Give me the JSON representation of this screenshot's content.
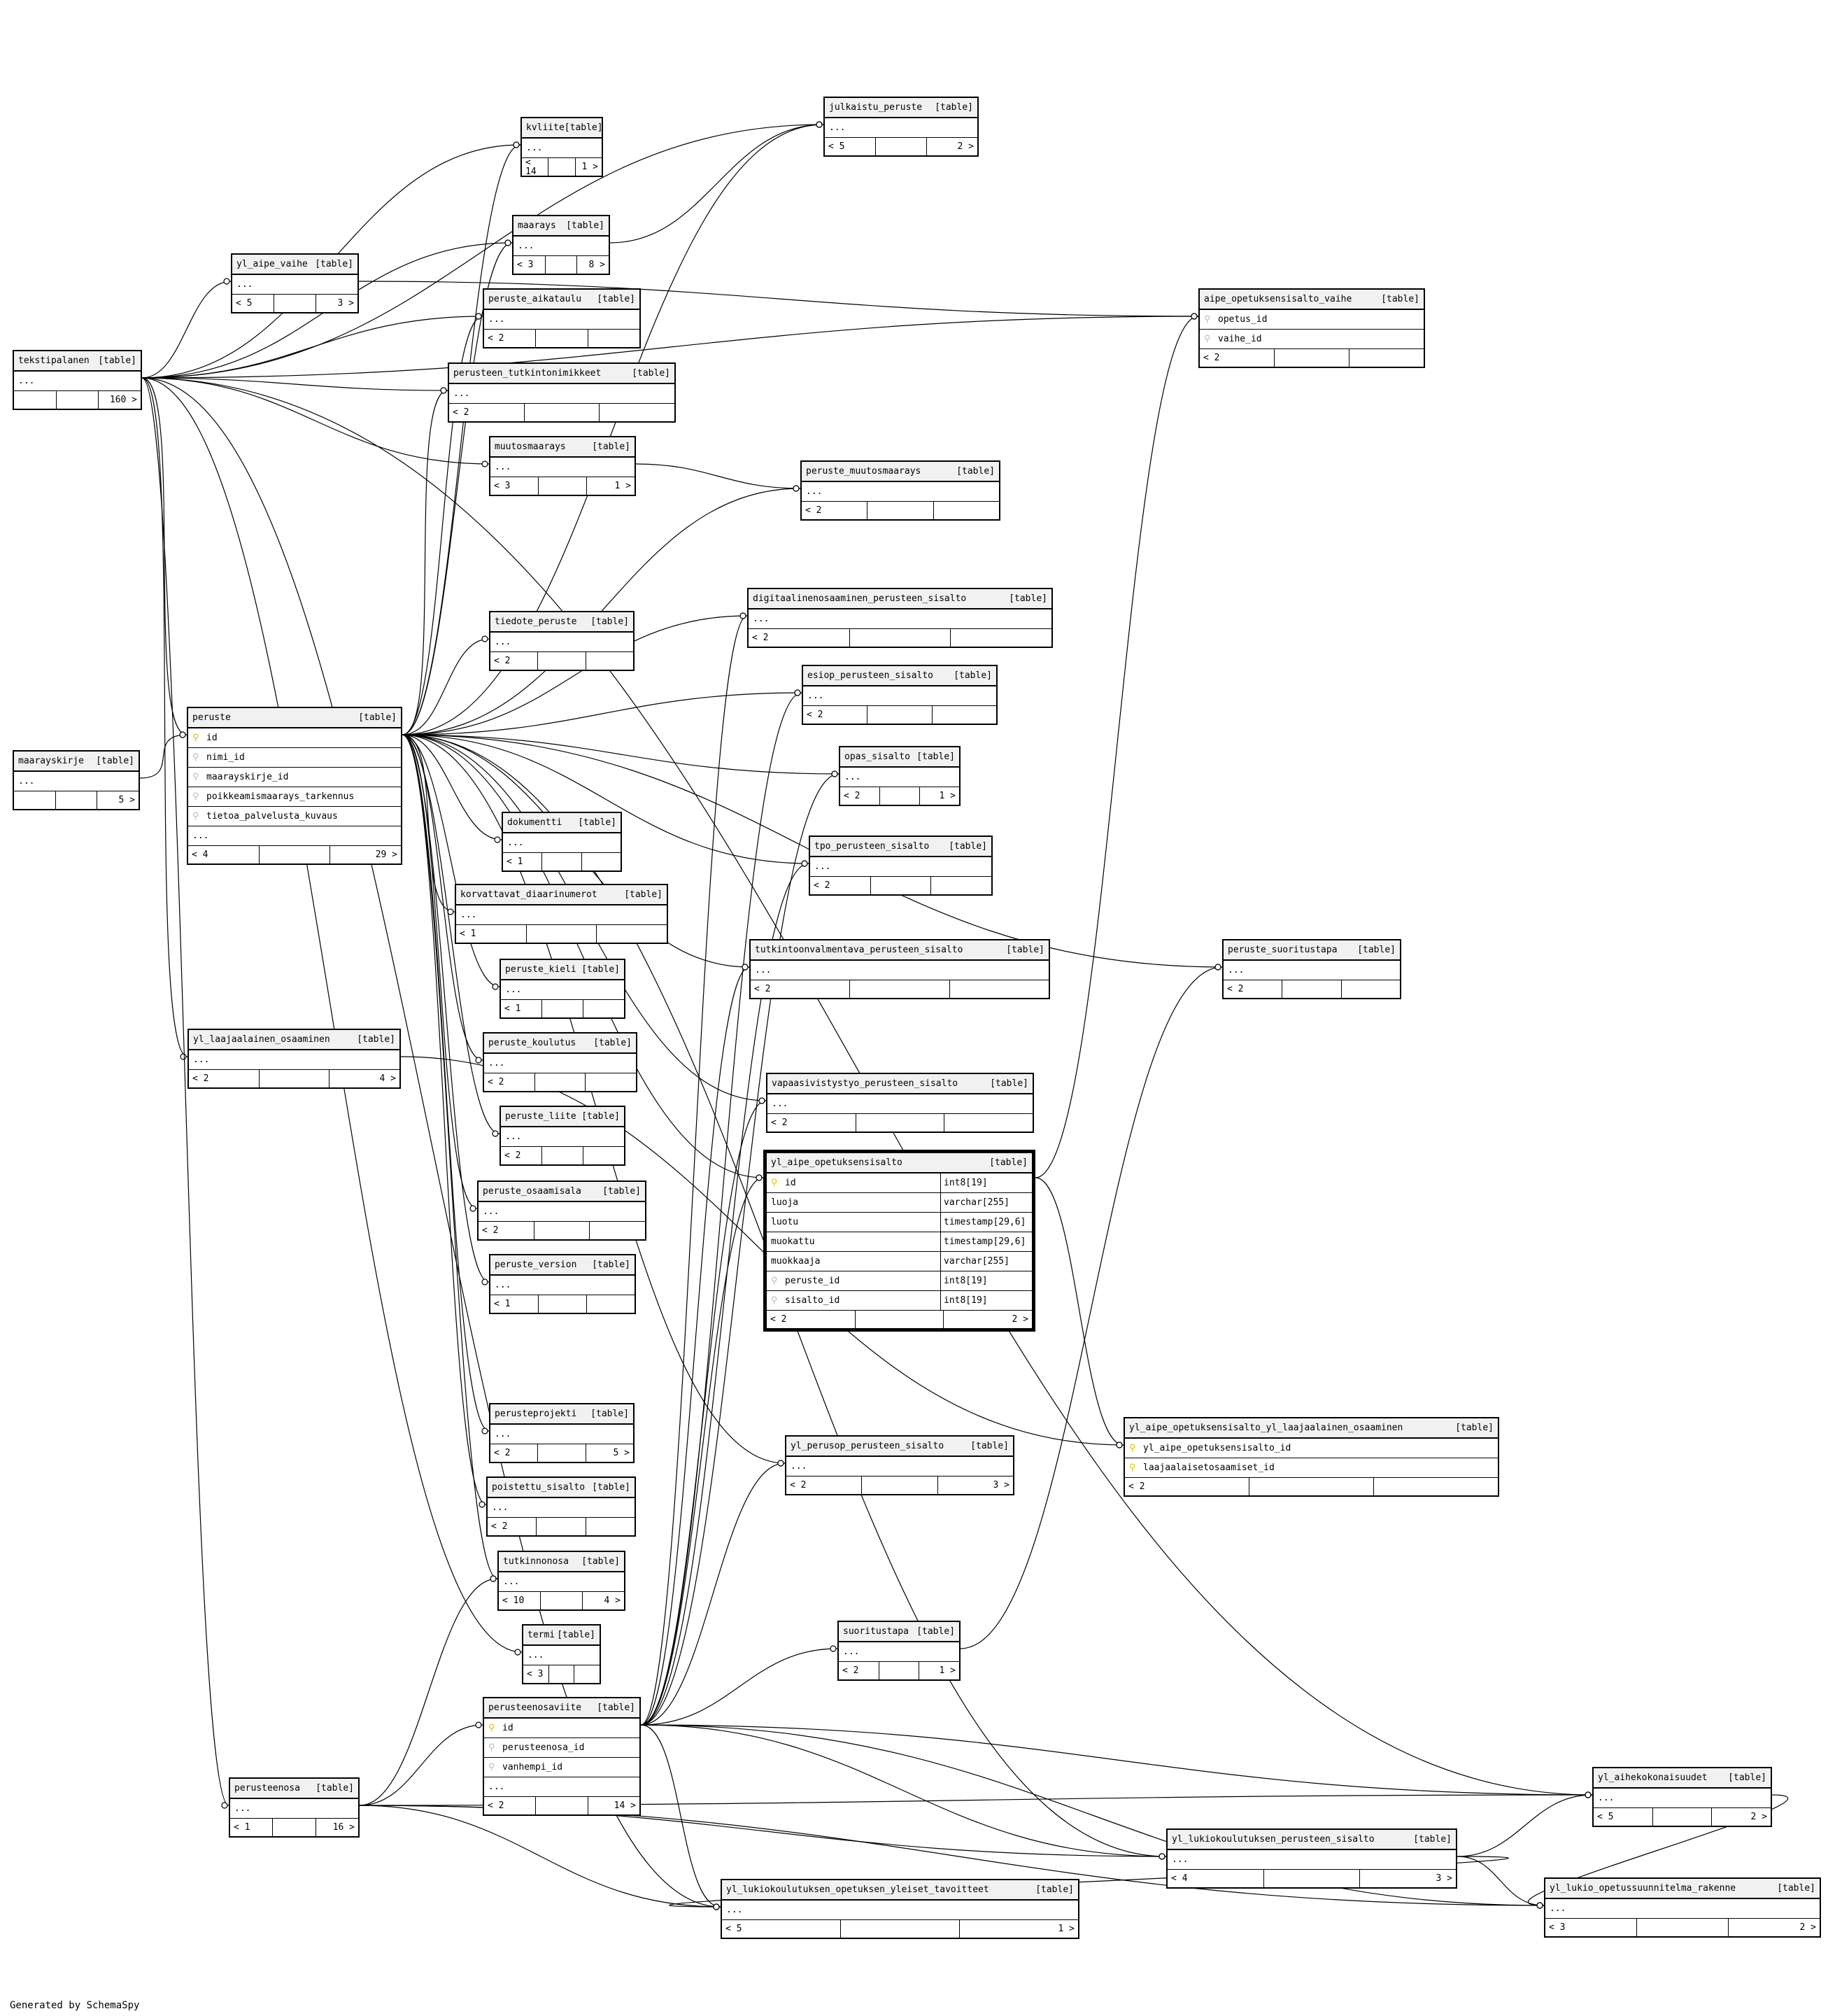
{
  "tables": [
    {
      "id": "julkaistu_peruste",
      "name": "julkaistu_peruste",
      "tag": "[table]",
      "rows": [
        {
          "name": "..."
        }
      ],
      "footer": [
        "< 5",
        "",
        "2 >"
      ]
    },
    {
      "id": "kvliite",
      "name": "kvliite",
      "tag": "[table]",
      "rows": [
        {
          "name": "..."
        }
      ],
      "footer": [
        "< 14",
        "",
        "1 >"
      ]
    },
    {
      "id": "maarays",
      "name": "maarays",
      "tag": "[table]",
      "rows": [
        {
          "name": "..."
        }
      ],
      "footer": [
        "< 3",
        "",
        "8 >"
      ]
    },
    {
      "id": "yl_aipe_vaihe",
      "name": "yl_aipe_vaihe",
      "tag": "[table]",
      "rows": [
        {
          "name": "..."
        }
      ],
      "footer": [
        "< 5",
        "",
        "3 >"
      ]
    },
    {
      "id": "peruste_aikataulu",
      "name": "peruste_aikataulu",
      "tag": "[table]",
      "rows": [
        {
          "name": "..."
        }
      ],
      "footer": [
        "< 2",
        "",
        ""
      ]
    },
    {
      "id": "aipe_opetuksensisalto_vaihe",
      "name": "aipe_opetuksensisalto_vaihe",
      "tag": "[table]",
      "rows": [
        {
          "name": "opetus_id",
          "key": "fk"
        },
        {
          "name": "vaihe_id",
          "key": "fk"
        }
      ],
      "footer": [
        "< 2",
        "",
        ""
      ]
    },
    {
      "id": "tekstipalanen",
      "name": "tekstipalanen",
      "tag": "[table]",
      "rows": [
        {
          "name": "..."
        }
      ],
      "footer": [
        "",
        "",
        "160 >"
      ]
    },
    {
      "id": "perusteen_tutkintonimikkeet",
      "name": "perusteen_tutkintonimikkeet",
      "tag": "[table]",
      "rows": [
        {
          "name": "..."
        }
      ],
      "footer": [
        "< 2",
        "",
        ""
      ]
    },
    {
      "id": "muutosmaarays",
      "name": "muutosmaarays",
      "tag": "[table]",
      "rows": [
        {
          "name": "..."
        }
      ],
      "footer": [
        "< 3",
        "",
        "1 >"
      ]
    },
    {
      "id": "peruste_muutosmaarays",
      "name": "peruste_muutosmaarays",
      "tag": "[table]",
      "rows": [
        {
          "name": "..."
        }
      ],
      "footer": [
        "< 2",
        "",
        ""
      ]
    },
    {
      "id": "digitaalinenosaaminen_perusteen_sisalto",
      "name": "digitaalinenosaaminen_perusteen_sisalto",
      "tag": "[table]",
      "rows": [
        {
          "name": "..."
        }
      ],
      "footer": [
        "< 2",
        "",
        ""
      ]
    },
    {
      "id": "tiedote_peruste",
      "name": "tiedote_peruste",
      "tag": "[table]",
      "rows": [
        {
          "name": "..."
        }
      ],
      "footer": [
        "< 2",
        "",
        ""
      ]
    },
    {
      "id": "esiop_perusteen_sisalto",
      "name": "esiop_perusteen_sisalto",
      "tag": "[table]",
      "rows": [
        {
          "name": "..."
        }
      ],
      "footer": [
        "< 2",
        "",
        ""
      ]
    },
    {
      "id": "peruste",
      "name": "peruste",
      "tag": "[table]",
      "rows": [
        {
          "name": "id",
          "key": "pk"
        },
        {
          "name": "nimi_id",
          "key": "fk"
        },
        {
          "name": "maarayskirje_id",
          "key": "fk"
        },
        {
          "name": "poikkeamismaarays_tarkennus",
          "key": "fk"
        },
        {
          "name": "tietoa_palvelusta_kuvaus",
          "key": "fk"
        },
        {
          "name": "..."
        }
      ],
      "footer": [
        "< 4",
        "",
        "29 >"
      ]
    },
    {
      "id": "maarayskirje",
      "name": "maarayskirje",
      "tag": "[table]",
      "rows": [
        {
          "name": "..."
        }
      ],
      "footer": [
        "",
        "",
        "5 >"
      ]
    },
    {
      "id": "opas_sisalto",
      "name": "opas_sisalto",
      "tag": "[table]",
      "rows": [
        {
          "name": "..."
        }
      ],
      "footer": [
        "< 2",
        "",
        "1 >"
      ]
    },
    {
      "id": "dokumentti",
      "name": "dokumentti",
      "tag": "[table]",
      "rows": [
        {
          "name": "..."
        }
      ],
      "footer": [
        "< 1",
        "",
        ""
      ]
    },
    {
      "id": "tpo_perusteen_sisalto",
      "name": "tpo_perusteen_sisalto",
      "tag": "[table]",
      "rows": [
        {
          "name": "..."
        }
      ],
      "footer": [
        "< 2",
        "",
        ""
      ]
    },
    {
      "id": "korvattavat_diaarinumerot",
      "name": "korvattavat_diaarinumerot",
      "tag": "[table]",
      "rows": [
        {
          "name": "..."
        }
      ],
      "footer": [
        "< 1",
        "",
        ""
      ]
    },
    {
      "id": "tutkintoonvalmentava_perusteen_sisalto",
      "name": "tutkintoonvalmentava_perusteen_sisalto",
      "tag": "[table]",
      "rows": [
        {
          "name": "..."
        }
      ],
      "footer": [
        "< 2",
        "",
        ""
      ]
    },
    {
      "id": "peruste_suoritustapa",
      "name": "peruste_suoritustapa",
      "tag": "[table]",
      "rows": [
        {
          "name": "..."
        }
      ],
      "footer": [
        "< 2",
        "",
        ""
      ]
    },
    {
      "id": "peruste_kieli",
      "name": "peruste_kieli",
      "tag": "[table]",
      "rows": [
        {
          "name": "..."
        }
      ],
      "footer": [
        "< 1",
        "",
        ""
      ]
    },
    {
      "id": "yl_laajaalainen_osaaminen",
      "name": "yl_laajaalainen_osaaminen",
      "tag": "[table]",
      "rows": [
        {
          "name": "..."
        }
      ],
      "footer": [
        "< 2",
        "",
        "4 >"
      ]
    },
    {
      "id": "peruste_koulutus",
      "name": "peruste_koulutus",
      "tag": "[table]",
      "rows": [
        {
          "name": "..."
        }
      ],
      "footer": [
        "< 2",
        "",
        ""
      ]
    },
    {
      "id": "vapaasivistystyo_perusteen_sisalto",
      "name": "vapaasivistystyo_perusteen_sisalto",
      "tag": "[table]",
      "rows": [
        {
          "name": "..."
        }
      ],
      "footer": [
        "< 2",
        "",
        ""
      ]
    },
    {
      "id": "peruste_liite",
      "name": "peruste_liite",
      "tag": "[table]",
      "rows": [
        {
          "name": "..."
        }
      ],
      "footer": [
        "< 2",
        "",
        ""
      ]
    },
    {
      "id": "yl_aipe_opetuksensisalto",
      "name": "yl_aipe_opetuksensisalto",
      "tag": "[table]",
      "focus": true,
      "rows": [
        {
          "name": "id",
          "key": "pk",
          "type": "int8[19]"
        },
        {
          "name": "luoja",
          "type": "varchar[255]"
        },
        {
          "name": "luotu",
          "type": "timestamp[29,6]"
        },
        {
          "name": "muokattu",
          "type": "timestamp[29,6]"
        },
        {
          "name": "muokkaaja",
          "type": "varchar[255]"
        },
        {
          "name": "peruste_id",
          "key": "fk",
          "type": "int8[19]"
        },
        {
          "name": "sisalto_id",
          "key": "fk",
          "type": "int8[19]"
        }
      ],
      "footer": [
        "< 2",
        "",
        "2 >"
      ]
    },
    {
      "id": "peruste_osaamisala",
      "name": "peruste_osaamisala",
      "tag": "[table]",
      "rows": [
        {
          "name": "..."
        }
      ],
      "footer": [
        "< 2",
        "",
        ""
      ]
    },
    {
      "id": "peruste_version",
      "name": "peruste_version",
      "tag": "[table]",
      "rows": [
        {
          "name": "..."
        }
      ],
      "footer": [
        "< 1",
        "",
        ""
      ]
    },
    {
      "id": "perusteprojekti",
      "name": "perusteprojekti",
      "tag": "[table]",
      "rows": [
        {
          "name": "..."
        }
      ],
      "footer": [
        "< 2",
        "",
        "5 >"
      ]
    },
    {
      "id": "yl_aipe_opetuksensisalto_yl_laajaalainen_osaaminen",
      "name": "yl_aipe_opetuksensisalto_yl_laajaalainen_osaaminen",
      "tag": "[table]",
      "rows": [
        {
          "name": "yl_aipe_opetuksensisalto_id",
          "key": "pk"
        },
        {
          "name": "laajaalaisetosaamiset_id",
          "key": "pk"
        }
      ],
      "footer": [
        "< 2",
        "",
        ""
      ]
    },
    {
      "id": "yl_perusop_perusteen_sisalto",
      "name": "yl_perusop_perusteen_sisalto",
      "tag": "[table]",
      "rows": [
        {
          "name": "..."
        }
      ],
      "footer": [
        "< 2",
        "",
        "3 >"
      ]
    },
    {
      "id": "poistettu_sisalto",
      "name": "poistettu_sisalto",
      "tag": "[table]",
      "rows": [
        {
          "name": "..."
        }
      ],
      "footer": [
        "< 2",
        "",
        ""
      ]
    },
    {
      "id": "tutkinnonosa",
      "name": "tutkinnonosa",
      "tag": "[table]",
      "rows": [
        {
          "name": "..."
        }
      ],
      "footer": [
        "< 10",
        "",
        "4 >"
      ]
    },
    {
      "id": "termi",
      "name": "termi",
      "tag": "[table]",
      "rows": [
        {
          "name": "..."
        }
      ],
      "footer": [
        "< 3",
        "",
        ""
      ]
    },
    {
      "id": "suoritustapa",
      "name": "suoritustapa",
      "tag": "[table]",
      "rows": [
        {
          "name": "..."
        }
      ],
      "footer": [
        "< 2",
        "",
        "1 >"
      ]
    },
    {
      "id": "perusteenosaviite",
      "name": "perusteenosaviite",
      "tag": "[table]",
      "rows": [
        {
          "name": "id",
          "key": "pk"
        },
        {
          "name": "perusteenosa_id",
          "key": "fk"
        },
        {
          "name": "vanhempi_id",
          "key": "fk"
        },
        {
          "name": "..."
        }
      ],
      "footer": [
        "< 2",
        "",
        "14 >"
      ]
    },
    {
      "id": "perusteenosa",
      "name": "perusteenosa",
      "tag": "[table]",
      "rows": [
        {
          "name": "..."
        }
      ],
      "footer": [
        "< 1",
        "",
        "16 >"
      ]
    },
    {
      "id": "yl_aihekokonaisuudet",
      "name": "yl_aihekokonaisuudet",
      "tag": "[table]",
      "rows": [
        {
          "name": "..."
        }
      ],
      "footer": [
        "< 5",
        "",
        "2 >"
      ]
    },
    {
      "id": "yl_lukiokoulutuksen_perusteen_sisalto",
      "name": "yl_lukiokoulutuksen_perusteen_sisalto",
      "tag": "[table]",
      "rows": [
        {
          "name": "..."
        }
      ],
      "footer": [
        "< 4",
        "",
        "3 >"
      ]
    },
    {
      "id": "yl_lukiokoulutuksen_opetuksen_yleiset_tavoitteet",
      "name": "yl_lukiokoulutuksen_opetuksen_yleiset_tavoitteet",
      "tag": "[table]",
      "rows": [
        {
          "name": "..."
        }
      ],
      "footer": [
        "< 5",
        "",
        "1 >"
      ]
    },
    {
      "id": "yl_lukio_opetussuunnitelma_rakenne",
      "name": "yl_lukio_opetussuunnitelma_rakenne",
      "tag": "[table]",
      "rows": [
        {
          "name": "..."
        }
      ],
      "footer": [
        "< 3",
        "",
        "2 >"
      ]
    }
  ],
  "edges": [
    [
      "tekstipalanen",
      "kvliite"
    ],
    [
      "tekstipalanen",
      "maarays"
    ],
    [
      "tekstipalanen",
      "yl_aipe_vaihe"
    ],
    [
      "tekstipalanen",
      "peruste_aikataulu"
    ],
    [
      "tekstipalanen",
      "perusteen_tutkintonimikkeet"
    ],
    [
      "tekstipalanen",
      "muutosmaarays"
    ],
    [
      "tekstipalanen",
      "peruste"
    ],
    [
      "tekstipalanen",
      "yl_laajaalainen_osaaminen"
    ],
    [
      "tekstipalanen",
      "perusteenosa"
    ],
    [
      "tekstipalanen",
      "julkaistu_peruste"
    ],
    [
      "tekstipalanen",
      "aipe_opetuksensisalto_vaihe"
    ],
    [
      "tekstipalanen",
      "yl_aihekokonaisuudet"
    ],
    [
      "tekstipalanen",
      "yl_lukiokoulutuksen_opetuksen_yleiset_tavoitteet"
    ],
    [
      "maarayskirje",
      "peruste"
    ],
    [
      "peruste",
      "kvliite"
    ],
    [
      "peruste",
      "julkaistu_peruste"
    ],
    [
      "peruste",
      "maarays"
    ],
    [
      "peruste",
      "peruste_aikataulu"
    ],
    [
      "peruste",
      "perusteen_tutkintonimikkeet"
    ],
    [
      "peruste",
      "peruste_muutosmaarays"
    ],
    [
      "peruste",
      "digitaalinenosaaminen_perusteen_sisalto"
    ],
    [
      "peruste",
      "tiedote_peruste"
    ],
    [
      "peruste",
      "esiop_perusteen_sisalto"
    ],
    [
      "peruste",
      "opas_sisalto"
    ],
    [
      "peruste",
      "dokumentti"
    ],
    [
      "peruste",
      "tpo_perusteen_sisalto"
    ],
    [
      "peruste",
      "korvattavat_diaarinumerot"
    ],
    [
      "peruste",
      "tutkintoonvalmentava_perusteen_sisalto"
    ],
    [
      "peruste",
      "peruste_suoritustapa"
    ],
    [
      "peruste",
      "peruste_kieli"
    ],
    [
      "peruste",
      "peruste_koulutus"
    ],
    [
      "peruste",
      "vapaasivistystyo_perusteen_sisalto"
    ],
    [
      "peruste",
      "peruste_liite"
    ],
    [
      "peruste",
      "yl_aipe_opetuksensisalto"
    ],
    [
      "peruste",
      "peruste_osaamisala"
    ],
    [
      "peruste",
      "peruste_version"
    ],
    [
      "peruste",
      "perusteprojekti"
    ],
    [
      "peruste",
      "yl_perusop_perusteen_sisalto"
    ],
    [
      "peruste",
      "poistettu_sisalto"
    ],
    [
      "peruste",
      "tutkinnonosa"
    ],
    [
      "peruste",
      "yl_lukiokoulutuksen_perusteen_sisalto"
    ],
    [
      "muutosmaarays",
      "peruste_muutosmaarays"
    ],
    [
      "maarays",
      "julkaistu_peruste"
    ],
    [
      "perusteenosaviite",
      "digitaalinenosaaminen_perusteen_sisalto"
    ],
    [
      "perusteenosaviite",
      "esiop_perusteen_sisalto"
    ],
    [
      "perusteenosaviite",
      "opas_sisalto"
    ],
    [
      "perusteenosaviite",
      "tpo_perusteen_sisalto"
    ],
    [
      "perusteenosaviite",
      "tutkintoonvalmentava_perusteen_sisalto"
    ],
    [
      "perusteenosaviite",
      "vapaasivistystyo_perusteen_sisalto"
    ],
    [
      "perusteenosaviite",
      "yl_aipe_opetuksensisalto"
    ],
    [
      "perusteenosaviite",
      "yl_perusop_perusteen_sisalto"
    ],
    [
      "perusteenosaviite",
      "suoritustapa"
    ],
    [
      "perusteenosaviite",
      "yl_lukiokoulutuksen_perusteen_sisalto"
    ],
    [
      "perusteenosaviite",
      "yl_aihekokonaisuudet"
    ],
    [
      "perusteenosaviite",
      "yl_lukio_opetussuunnitelma_rakenne"
    ],
    [
      "perusteenosaviite",
      "yl_lukiokoulutuksen_opetuksen_yleiset_tavoitteet"
    ],
    [
      "perusteenosa",
      "perusteenosaviite"
    ],
    [
      "perusteenosa",
      "tutkinnonosa"
    ],
    [
      "perusteenosa",
      "yl_lukio_opetussuunnitelma_rakenne"
    ],
    [
      "perusteenosa",
      "yl_lukiokoulutuksen_opetuksen_yleiset_tavoitteet"
    ],
    [
      "perusteenosa",
      "yl_aihekokonaisuudet"
    ],
    [
      "perusteenosa",
      "yl_lukiokoulutuksen_perusteen_sisalto"
    ],
    [
      "yl_aipe_opetuksensisalto",
      "aipe_opetuksensisalto_vaihe"
    ],
    [
      "yl_aipe_opetuksensisalto",
      "yl_aipe_opetuksensisalto_yl_laajaalainen_osaaminen"
    ],
    [
      "yl_aipe_vaihe",
      "aipe_opetuksensisalto_vaihe"
    ],
    [
      "yl_laajaalainen_osaaminen",
      "yl_aipe_opetuksensisalto_yl_laajaalainen_osaaminen"
    ],
    [
      "suoritustapa",
      "peruste_suoritustapa"
    ],
    [
      "tekstipalanen",
      "termi"
    ],
    [
      "yl_lukiokoulutuksen_perusteen_sisalto",
      "yl_aihekokonaisuudet"
    ],
    [
      "yl_lukiokoulutuksen_perusteen_sisalto",
      "yl_lukio_opetussuunnitelma_rakenne"
    ],
    [
      "yl_lukiokoulutuksen_perusteen_sisalto",
      "yl_lukiokoulutuksen_opetuksen_yleiset_tavoitteet"
    ],
    [
      "yl_aihekokonaisuudet",
      "yl_lukio_opetussuunnitelma_rakenne"
    ]
  ],
  "footer_text": "Generated by SchemaSpy"
}
